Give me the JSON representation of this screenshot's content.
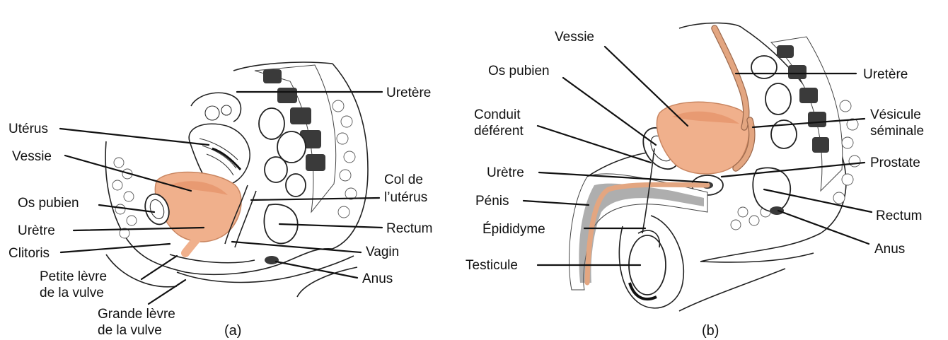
{
  "panels": [
    {
      "id": "a",
      "caption": "(a)",
      "labels": {
        "ureter": "Uretère",
        "uterus": "Utérus",
        "bladder": "Vessie",
        "cervix_line1": "Col de",
        "cervix_line2": "l’utérus",
        "pubic_bone": "Os pubien",
        "rectum": "Rectum",
        "urethra": "Urètre",
        "clitoris": "Clitoris",
        "vagina": "Vagin",
        "labia_minora_line1": "Petite lèvre",
        "labia_minora_line2": "de la vulve",
        "anus": "Anus",
        "labia_majora_line1": "Grande lèvre",
        "labia_majora_line2": "de la vulve"
      }
    },
    {
      "id": "b",
      "caption": "(b)",
      "labels": {
        "bladder": "Vessie",
        "pubic_bone": "Os pubien",
        "ureter": "Uretère",
        "vas_deferens_line1": "Conduit",
        "vas_deferens_line2": "déférent",
        "seminal_vesicle_line1": "Vésicule",
        "seminal_vesicle_line2": "séminale",
        "urethra": "Urètre",
        "prostate": "Prostate",
        "penis": "Pénis",
        "rectum": "Rectum",
        "epididymis": "Épididyme",
        "anus": "Anus",
        "testicle": "Testicule"
      }
    }
  ],
  "colors": {
    "organ_fill": "#f0b08c",
    "organ_edge": "#c98661",
    "line_art": "#222222",
    "background": "#ffffff"
  }
}
